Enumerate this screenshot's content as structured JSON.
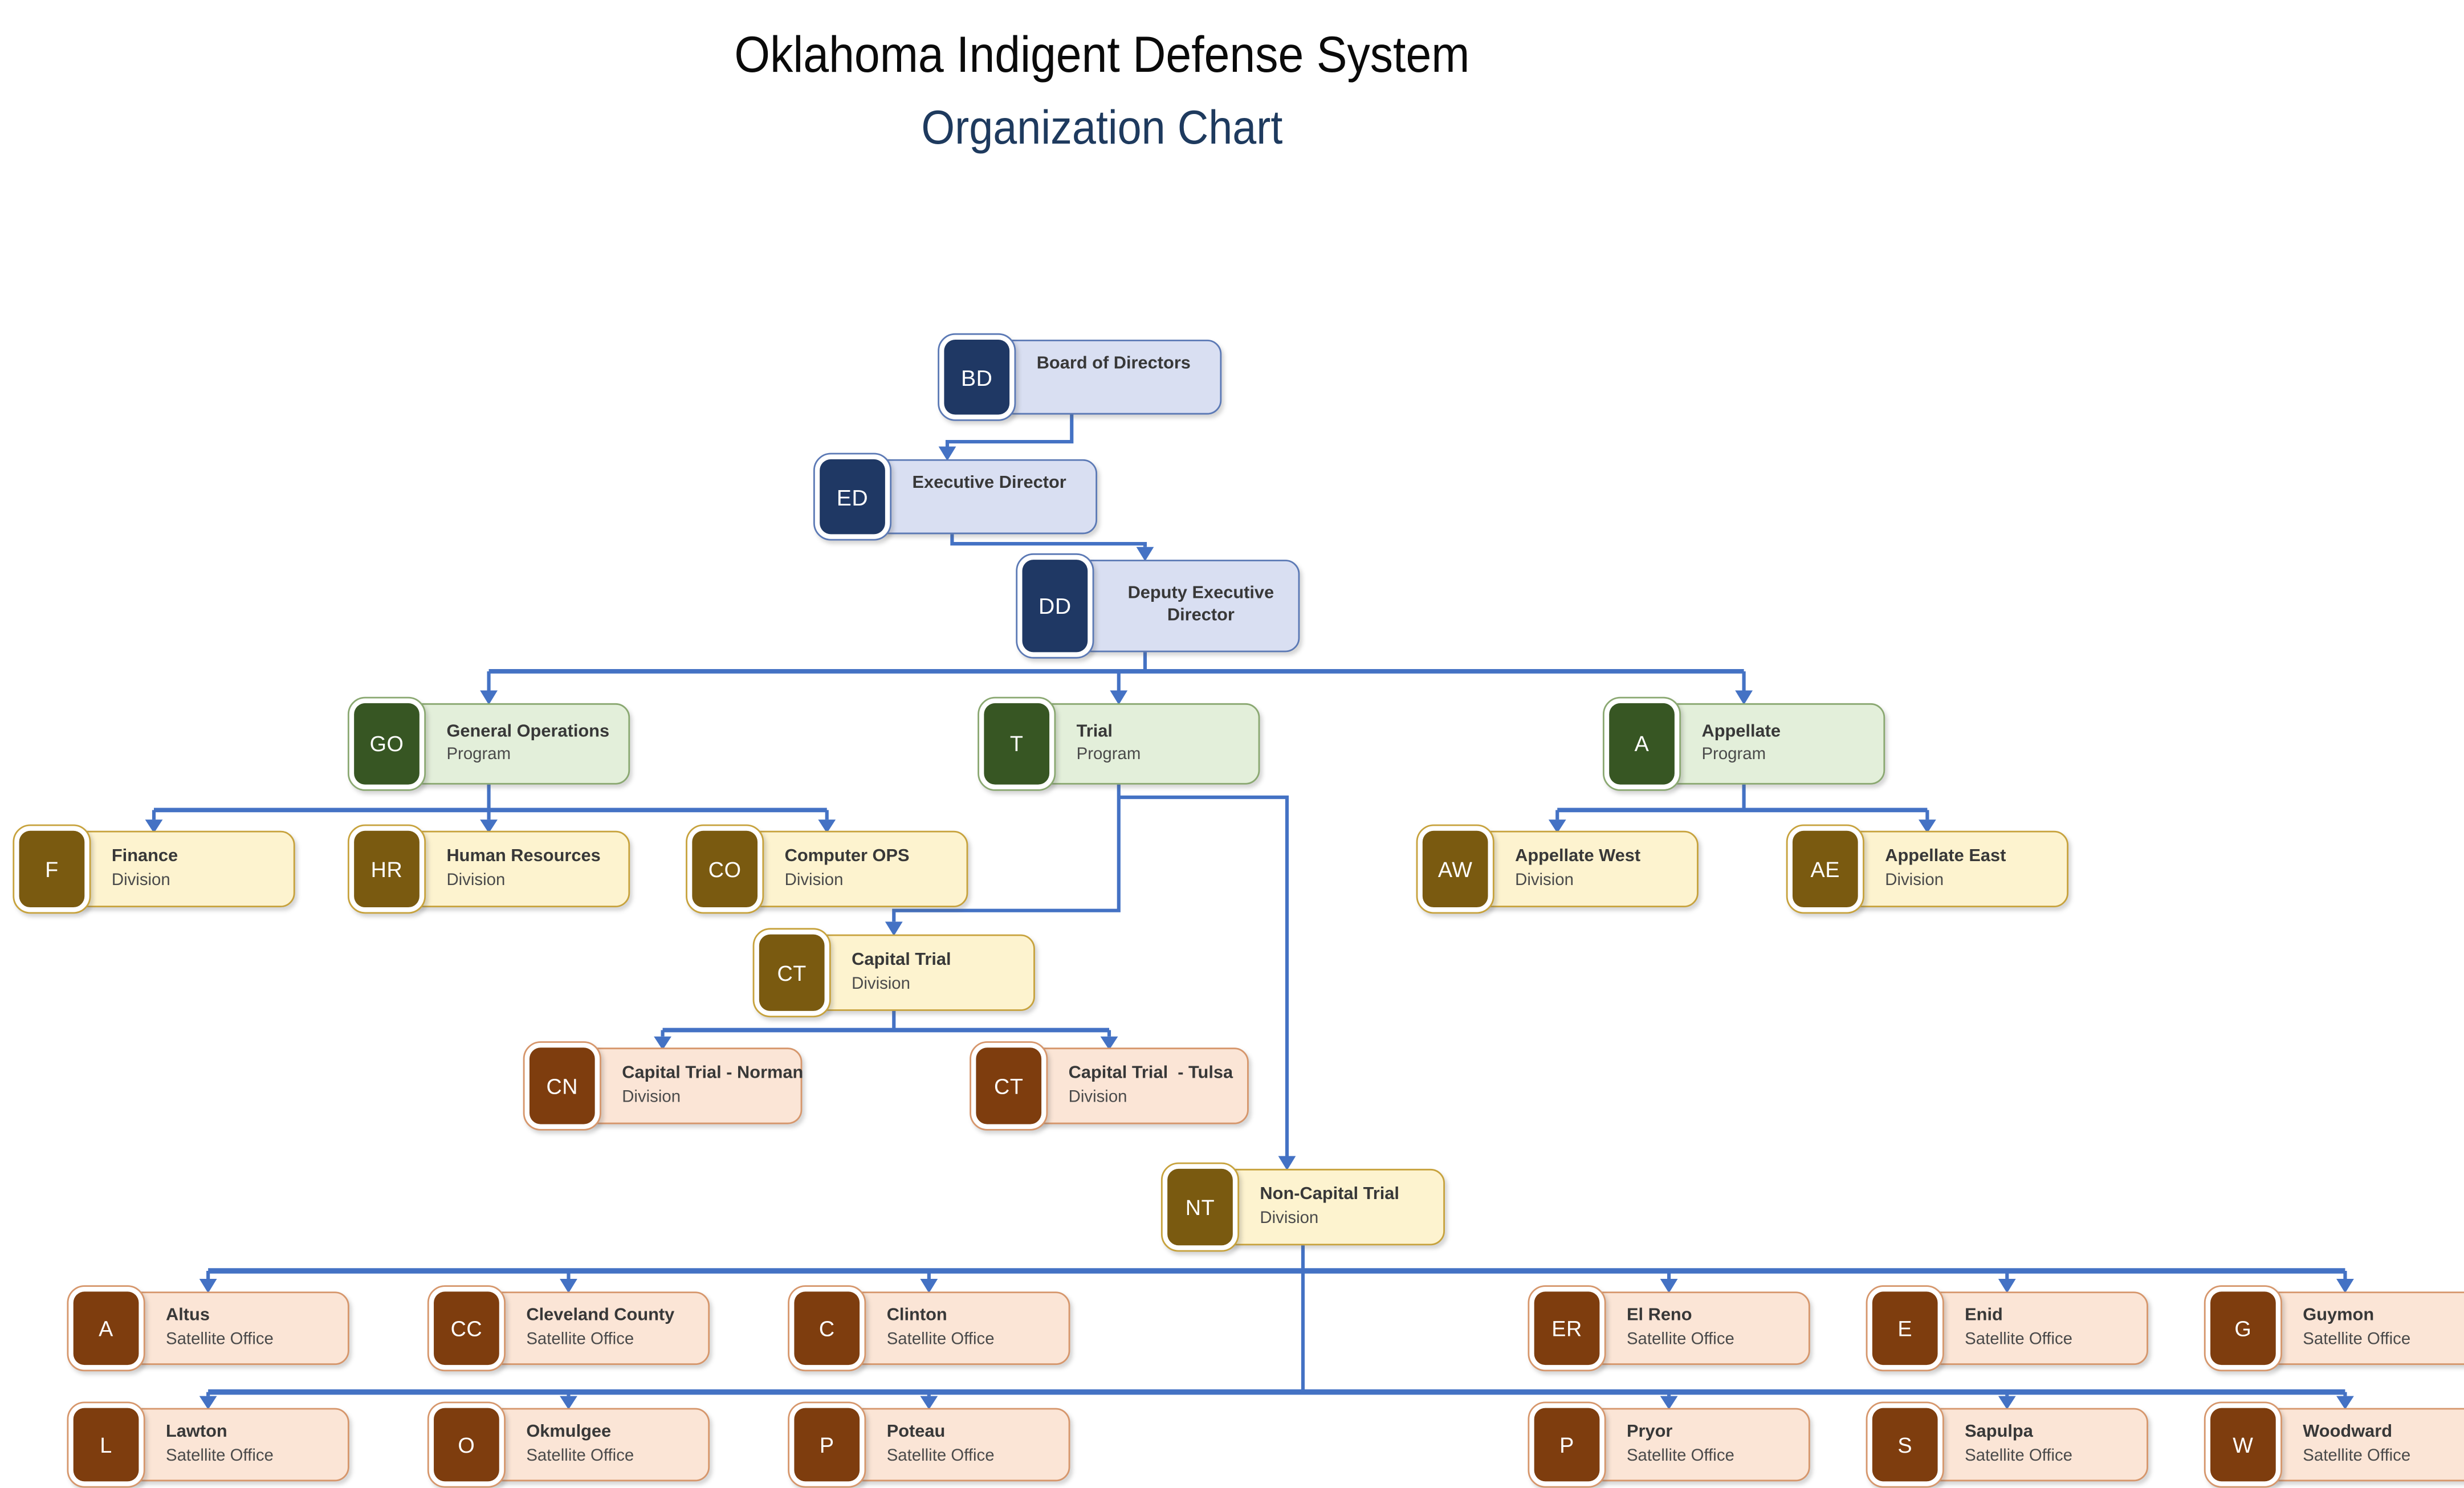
{
  "title": {
    "line1": "Oklahoma Indigent Defense System",
    "line2": "Organization Chart"
  },
  "colors": {
    "connector": "#4472C4",
    "title_accent": "#1E3A5E",
    "executive_badge": "#1F3864",
    "executive_fill": "#D9DFF2",
    "program_badge": "#375623",
    "program_fill": "#E3EFDA",
    "division_badge": "#7A5A10",
    "division_fill": "#FDF3CF",
    "satellite_badge": "#7E3D0E",
    "satellite_fill": "#FBE5D6"
  },
  "nodes": {
    "bd": {
      "badge": "BD",
      "title": "Board of Directors",
      "subtitle": ""
    },
    "ed": {
      "badge": "ED",
      "title": "Executive Director",
      "subtitle": ""
    },
    "dd": {
      "badge": "DD",
      "title": "Deputy Executive Director",
      "subtitle": ""
    },
    "go": {
      "badge": "GO",
      "title": "General Operations",
      "subtitle": "Program"
    },
    "t": {
      "badge": "T",
      "title": "Trial",
      "subtitle": "Program"
    },
    "a": {
      "badge": "A",
      "title": "Appellate",
      "subtitle": "Program"
    },
    "f": {
      "badge": "F",
      "title": "Finance",
      "subtitle": "Division"
    },
    "hr": {
      "badge": "HR",
      "title": "Human Resources",
      "subtitle": "Division"
    },
    "co": {
      "badge": "CO",
      "title": "Computer OPS",
      "subtitle": "Division"
    },
    "aw": {
      "badge": "AW",
      "title": "Appellate West",
      "subtitle": "Division"
    },
    "ae": {
      "badge": "AE",
      "title": "Appellate East",
      "subtitle": "Division"
    },
    "ct": {
      "badge": "CT",
      "title": "Capital Trial",
      "subtitle": "Division"
    },
    "cn": {
      "badge": "CN",
      "title": "Capital Trial - Norman",
      "subtitle": "Division"
    },
    "ctt": {
      "badge": "CT",
      "title": "Capital Trial  - Tulsa",
      "subtitle": "Division"
    },
    "nt": {
      "badge": "NT",
      "title": "Non-Capital Trial",
      "subtitle": "Division"
    },
    "altus": {
      "badge": "A",
      "title": "Altus",
      "subtitle": "Satellite Office"
    },
    "cleveland": {
      "badge": "CC",
      "title": "Cleveland County",
      "subtitle": "Satellite Office"
    },
    "clinton": {
      "badge": "C",
      "title": "Clinton",
      "subtitle": "Satellite Office"
    },
    "elreno": {
      "badge": "ER",
      "title": "El Reno",
      "subtitle": "Satellite Office"
    },
    "enid": {
      "badge": "E",
      "title": "Enid",
      "subtitle": "Satellite Office"
    },
    "guymon": {
      "badge": "G",
      "title": "Guymon",
      "subtitle": "Satellite Office"
    },
    "lawton": {
      "badge": "L",
      "title": "Lawton",
      "subtitle": "Satellite Office"
    },
    "okmulgee": {
      "badge": "O",
      "title": "Okmulgee",
      "subtitle": "Satellite Office"
    },
    "poteau": {
      "badge": "P",
      "title": "Poteau",
      "subtitle": "Satellite Office"
    },
    "pryor": {
      "badge": "P",
      "title": "Pryor",
      "subtitle": "Satellite Office"
    },
    "sapulpa": {
      "badge": "S",
      "title": "Sapulpa",
      "subtitle": "Satellite Office"
    },
    "woodward": {
      "badge": "W",
      "title": "Woodward",
      "subtitle": "Satellite Office"
    }
  }
}
